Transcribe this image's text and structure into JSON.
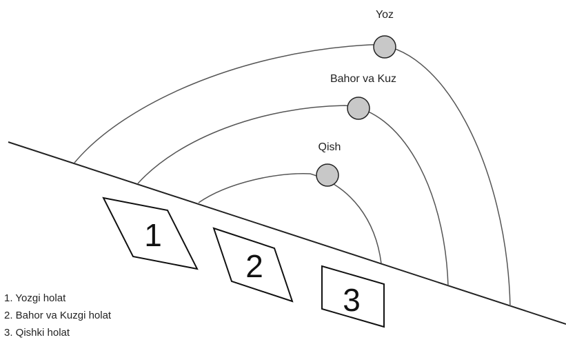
{
  "suns": [
    {
      "label": "Yoz",
      "icon": "sun-icon"
    },
    {
      "label": "Bahor va Kuz",
      "icon": "sun-icon"
    },
    {
      "label": "Qish",
      "icon": "sun-icon"
    }
  ],
  "panels": [
    {
      "number": "1"
    },
    {
      "number": "2"
    },
    {
      "number": "3"
    }
  ],
  "legend": [
    "1. Yozgi holat",
    "2. Bahor va Kuzgi holat",
    "3. Qishki holat"
  ]
}
